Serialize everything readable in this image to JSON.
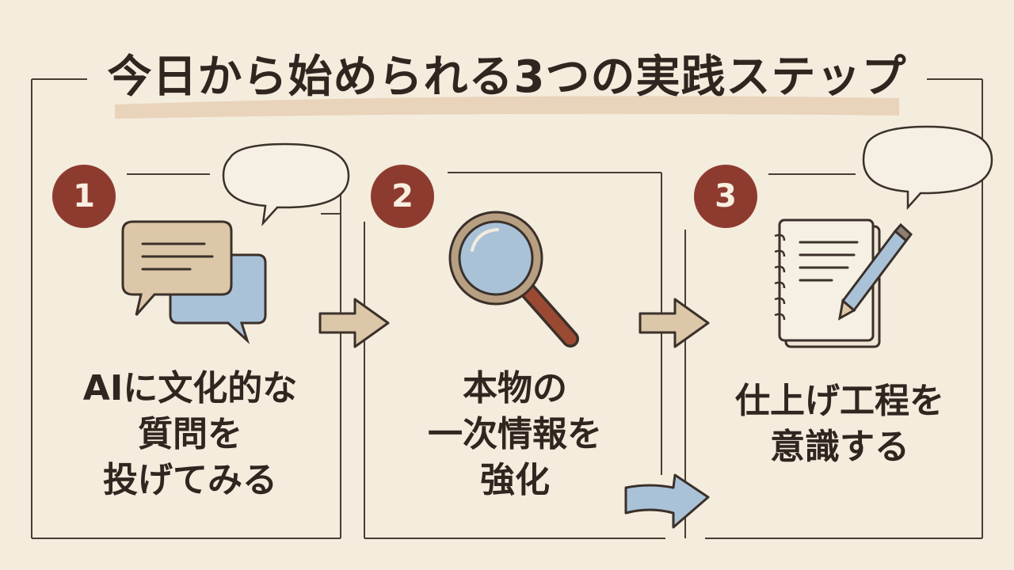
{
  "title": "今日から始められる3つの実践ステップ",
  "steps": [
    {
      "number": "1",
      "lines": [
        "AIに文化的な",
        "質問を",
        "投げてみる"
      ],
      "icon": "speech-bubbles-icon"
    },
    {
      "number": "2",
      "lines": [
        "本物の",
        "一次情報を",
        "強化"
      ],
      "icon": "magnifier-icon"
    },
    {
      "number": "3",
      "lines": [
        "仕上げ工程を",
        "意識する"
      ],
      "icon": "notebook-pen-icon"
    }
  ],
  "colors": {
    "background": "#f4ecdc",
    "badge": "#8e3b2f",
    "ink": "#2f2620",
    "highlight": "#e6cfb4",
    "tan": "#dcc7a8",
    "blue": "#a9c2d8"
  }
}
